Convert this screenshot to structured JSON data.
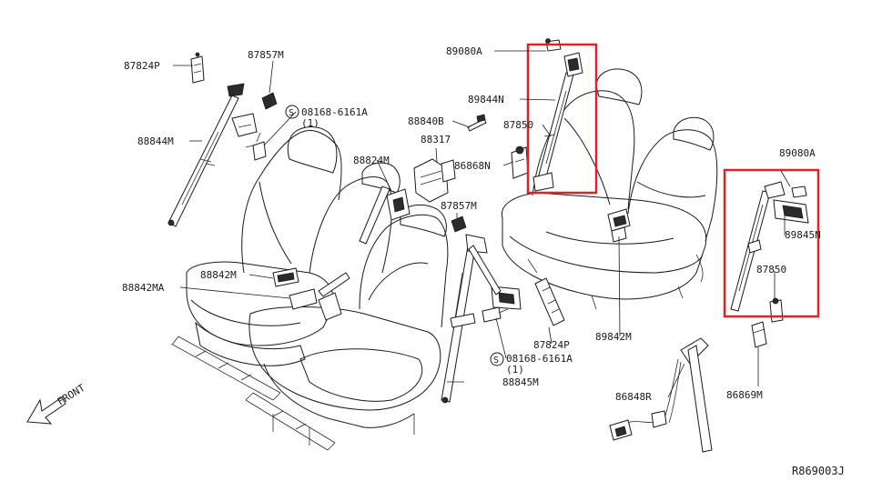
{
  "diagram": {
    "drawing_code": "R869003J",
    "front_label": "FRONT",
    "highlight_color": "#e0202a",
    "parts": {
      "p87824P_a": "87824P",
      "p87857M_a": "87857M",
      "p08168_a": "08168-6161A",
      "p08168_a_qty": "(1)",
      "p88844M": "88844M",
      "p88824M": "88824M",
      "p88842M": "88842M",
      "p88842MA": "88842MA",
      "p89080A_a": "89080A",
      "p89844N": "89844N",
      "p88840B": "88840B",
      "p87850_a": "87850",
      "p88317": "88317",
      "p86868N": "86868N",
      "p87857M_b": "87857M",
      "p87824P_b": "87824P",
      "p08168_b": "08168-6161A",
      "p08168_b_qty": "(1)",
      "p88845M": "88845M",
      "p89842M": "89842M",
      "p86848R": "86848R",
      "p89080A_b": "89080A",
      "p89845N": "89845N",
      "p87850_b": "87850",
      "p86869M": "86869M"
    },
    "screw_symbol": "S"
  }
}
